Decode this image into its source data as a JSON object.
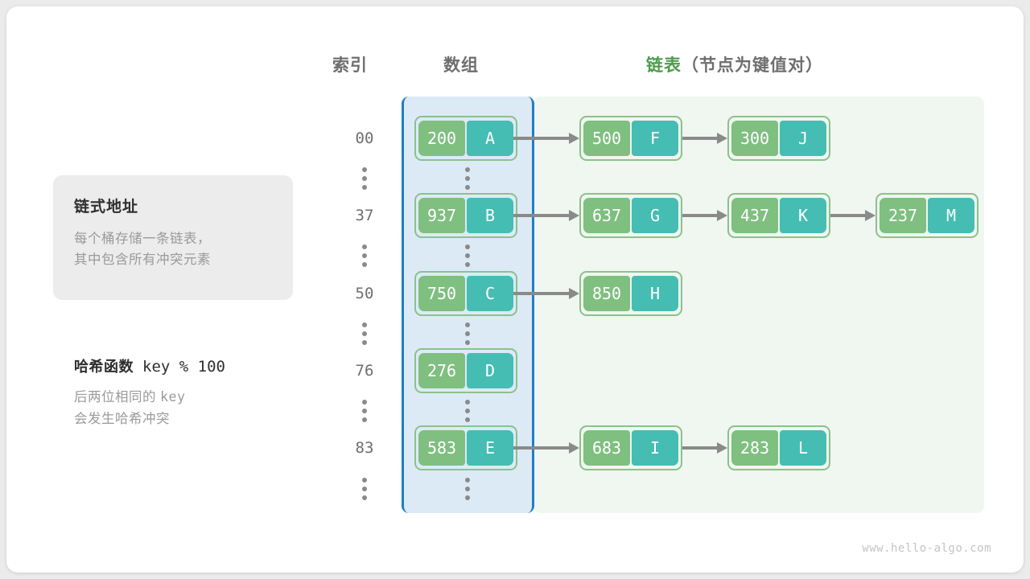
{
  "headers": {
    "index": "索引",
    "array": "数组",
    "list_accent": "链表",
    "list_sub": "（节点为键值对）"
  },
  "info_card": {
    "title": "链式地址",
    "line1": "每个桶存储一条链表，",
    "line2": "其中包含所有冲突元素"
  },
  "hash_note": {
    "title_label": "哈希函数",
    "title_expr": "key % 100",
    "line1_a": "后两位相同的",
    "line1_b": "key",
    "line2": "会发生哈希冲突"
  },
  "rows": [
    {
      "index": "00",
      "bucket": {
        "key": "200",
        "value": "A"
      },
      "chain": [
        {
          "key": "500",
          "value": "F"
        },
        {
          "key": "300",
          "value": "J"
        }
      ]
    },
    {
      "index": "37",
      "bucket": {
        "key": "937",
        "value": "B"
      },
      "chain": [
        {
          "key": "637",
          "value": "G"
        },
        {
          "key": "437",
          "value": "K"
        },
        {
          "key": "237",
          "value": "M"
        }
      ]
    },
    {
      "index": "50",
      "bucket": {
        "key": "750",
        "value": "C"
      },
      "chain": [
        {
          "key": "850",
          "value": "H"
        }
      ]
    },
    {
      "index": "76",
      "bucket": {
        "key": "276",
        "value": "D"
      },
      "chain": []
    },
    {
      "index": "83",
      "bucket": {
        "key": "583",
        "value": "E"
      },
      "chain": [
        {
          "key": "683",
          "value": "I"
        },
        {
          "key": "283",
          "value": "L"
        }
      ]
    }
  ],
  "ellipsis_symbol": "⋮",
  "footer": "www.hello-algo.com",
  "colors": {
    "key_box": "#7fbf80",
    "value_box": "#45bdb3",
    "node_border": "#8bc28b",
    "array_panel_bg": "#dceaf6",
    "array_panel_border": "#1e7fc4",
    "list_panel_bg": "#f0f6f0",
    "accent_green": "#4c9b4c",
    "arrow": "#8a8a8a",
    "muted_text": "#9a9a9a",
    "header_text": "#6e6e6e"
  }
}
